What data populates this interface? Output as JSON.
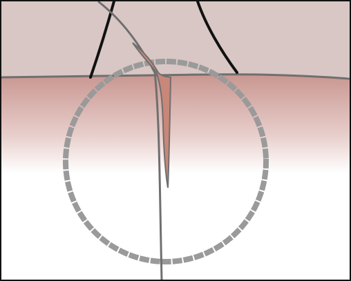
{
  "diagram": {
    "colors": {
      "upper_region": "#d8c7c4",
      "tissue_top": "#c99690",
      "tissue_fade": "#ffffff",
      "surface_line": "#6f6f6f",
      "wedge_fill": "#c88779",
      "wedge_outline": "#6f6f6f",
      "dark_lines": "#111111",
      "dotted_circle": "#9a9a9a",
      "frame": "#111111"
    },
    "icons": [
      "surface-line",
      "wedge-crack",
      "dotted-circle",
      "left-black-line",
      "right-black-line"
    ]
  }
}
